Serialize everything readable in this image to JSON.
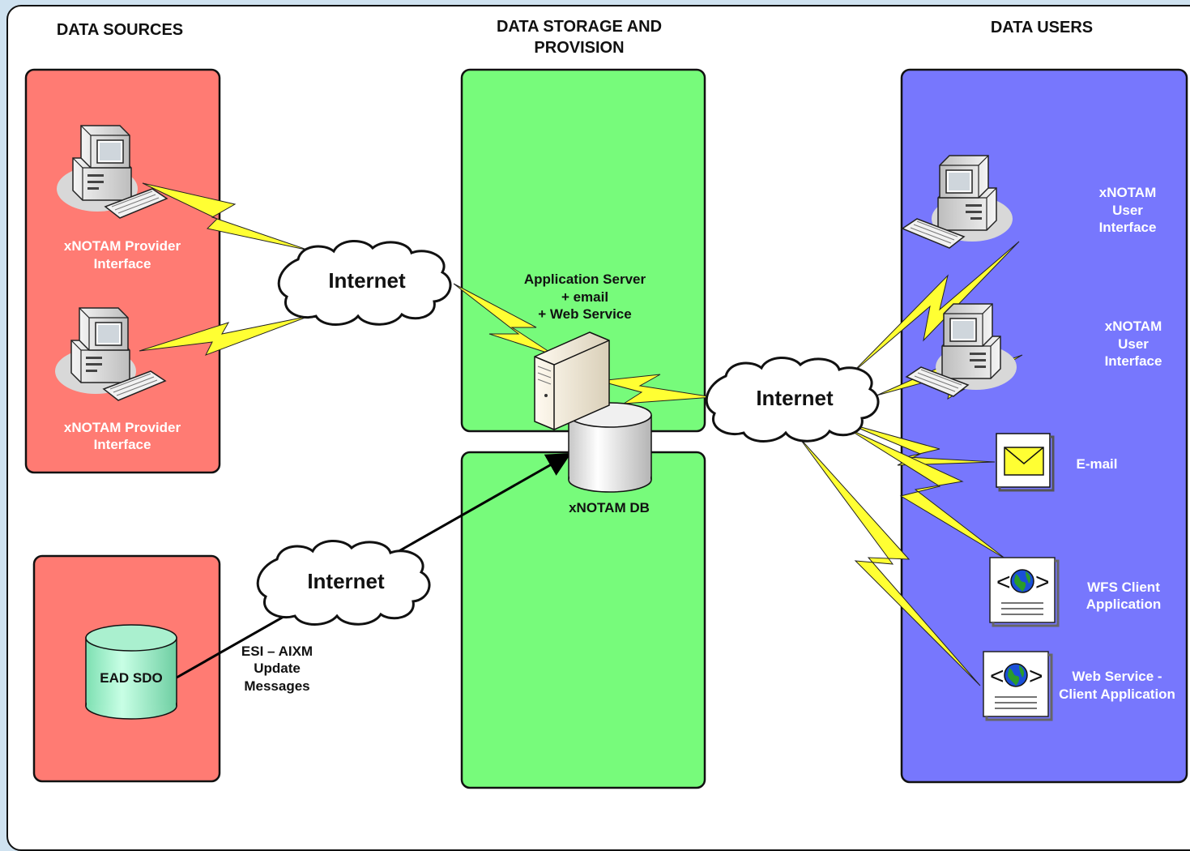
{
  "headers": {
    "sources": "DATA SOURCES",
    "storage_line1": "DATA STORAGE AND",
    "storage_line2": "PROVISION",
    "users": "DATA USERS"
  },
  "sources": {
    "provider1": {
      "line1": "xNOTAM Provider",
      "line2": "Interface"
    },
    "provider2": {
      "line1": "xNOTAM Provider",
      "line2": "Interface"
    },
    "ead": "EAD SDO",
    "esi": {
      "line1": "ESI – AIXM",
      "line2": "Update",
      "line3": "Messages"
    }
  },
  "storage": {
    "app_server": {
      "line1": "Application Server",
      "line2": "+ email",
      "line3": "+ Web Service"
    },
    "db": "xNOTAM DB"
  },
  "clouds": {
    "top": "Internet",
    "bottom": "Internet",
    "right": "Internet"
  },
  "users": {
    "ui1": {
      "line1": "xNOTAM",
      "line2": "User",
      "line3": "Interface"
    },
    "ui2": {
      "line1": "xNOTAM",
      "line2": "User",
      "line3": "Interface"
    },
    "email": "E-mail",
    "wfs": {
      "line1": "WFS Client",
      "line2": "Application"
    },
    "ws": {
      "line1": "Web Service -",
      "line2": "Client Application"
    }
  },
  "colors": {
    "sources_panel": "#ff7b73",
    "storage_panel": "#77fb7b",
    "users_panel": "#7777fd",
    "lightning": "#ffff33"
  }
}
